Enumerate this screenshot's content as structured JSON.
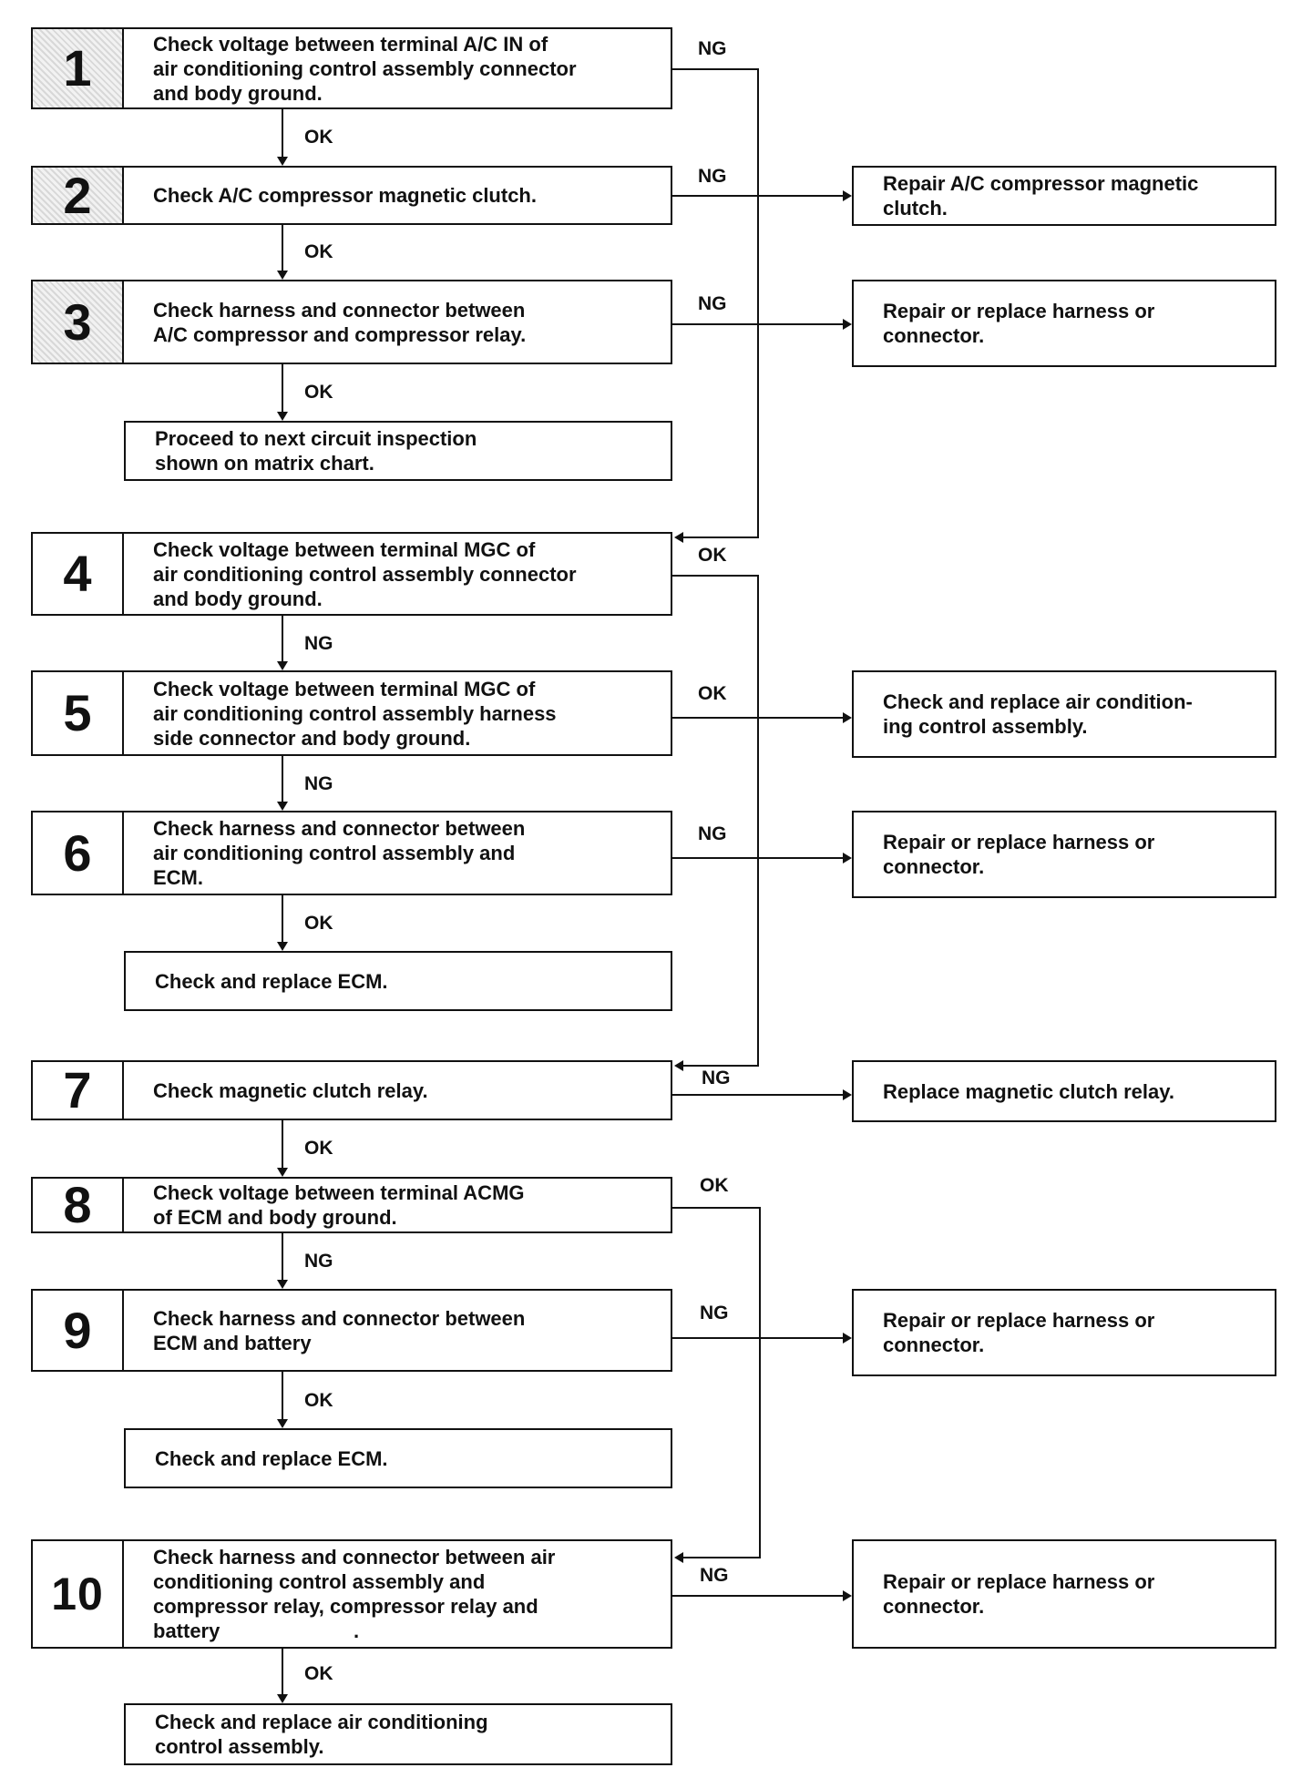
{
  "steps": [
    {
      "num": "1",
      "text": "Check voltage between terminal A/C IN of\nair conditioning control assembly connector\nand body ground."
    },
    {
      "num": "2",
      "text": "Check A/C compressor magnetic clutch."
    },
    {
      "num": "3",
      "text": "Check harness and connector between\nA/C compressor and compressor relay."
    },
    {
      "num": "4",
      "text": "Check voltage between terminal MGC of\nair conditioning control assembly connector\nand body ground."
    },
    {
      "num": "5",
      "text": "Check voltage between terminal MGC of\nair conditioning control assembly harness\nside connector and body ground."
    },
    {
      "num": "6",
      "text": "Check harness and connector between\nair conditioning control assembly and\nECM."
    },
    {
      "num": "7",
      "text": "Check magnetic clutch relay."
    },
    {
      "num": "8",
      "text": "Check voltage between terminal ACMG\nof ECM and body ground."
    },
    {
      "num": "9",
      "text": "Check harness and connector between\nECM and battery"
    },
    {
      "num": "10",
      "text": "Check harness and connector between air\nconditioning control assembly and\ncompressor relay, compressor relay and\nbattery                        ."
    }
  ],
  "results": {
    "r2": "Repair A/C compressor magnetic\nclutch.",
    "r3": "Repair or replace harness or\nconnector.",
    "r5": "Check and replace air condition-\ning control assembly.",
    "r6": "Repair or replace harness or\nconnector.",
    "r7": "Replace magnetic clutch relay.",
    "r9": "Repair or replace harness or\nconnector.",
    "r10": "Repair or replace harness or\nconnector.",
    "end3": "Proceed to next circuit inspection\nshown on matrix chart.",
    "end6": "Check and replace ECM.",
    "end9": "Check and replace ECM.",
    "end10": "Check and replace air conditioning\ncontrol assembly."
  },
  "labels": {
    "ok": "OK",
    "ng": "NG"
  }
}
